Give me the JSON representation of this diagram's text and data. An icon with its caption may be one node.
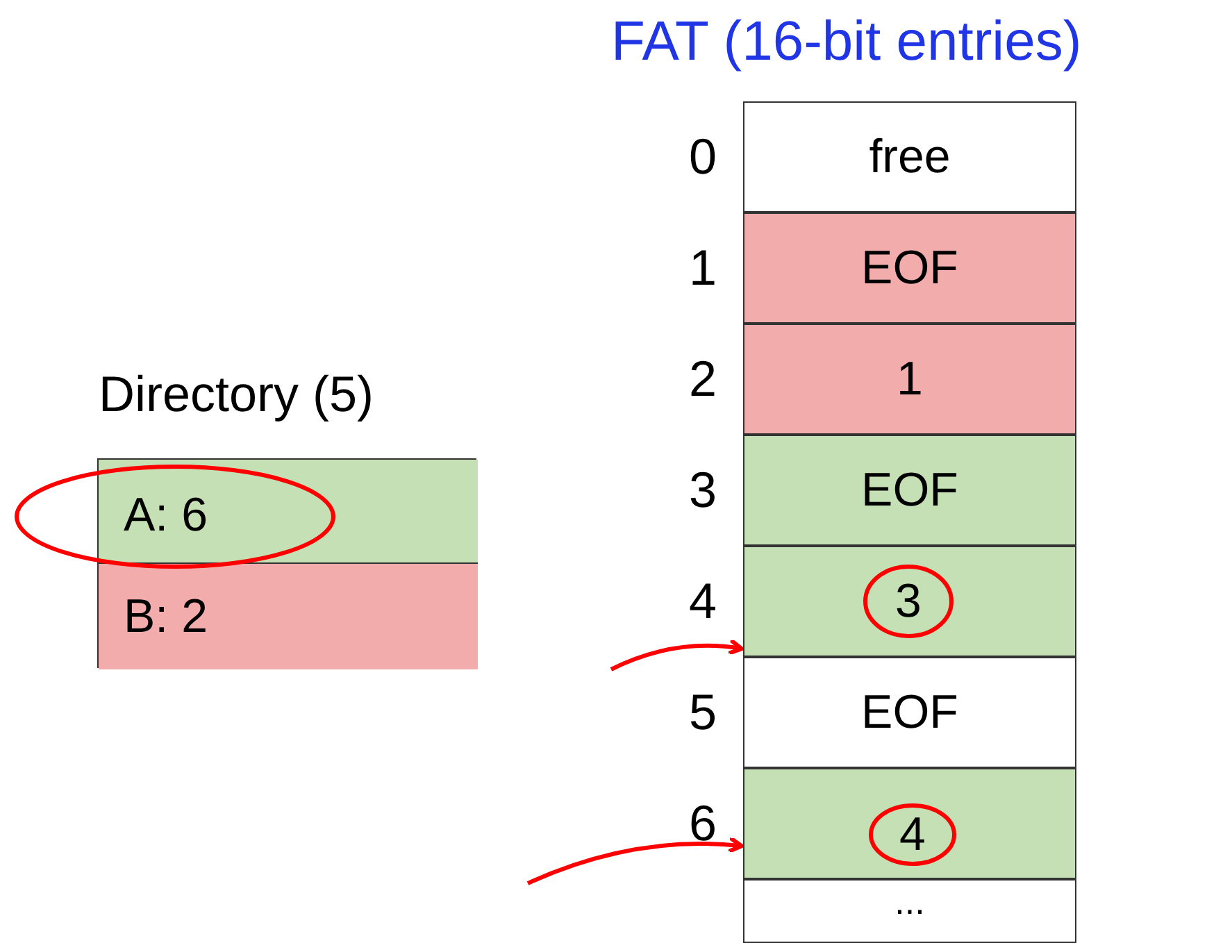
{
  "diagram": {
    "title": "FAT (16-bit entries)",
    "nodes": [
      {
        "text": [
          "Directory (5)"
        ]
      },
      {
        "text": [],
        "shape": "box",
        "in": 0
      },
      {
        "text": [
          "B: 2"
        ],
        "in": 0
      },
      {
        "text": [
          "free"
        ],
        "beside": [
          "0"
        ]
      },
      {
        "text": [
          "EOF"
        ],
        "beside": [
          "1"
        ]
      },
      {
        "text": [
          "1"
        ],
        "beside": [
          "2"
        ]
      },
      {
        "text": [
          "EOF"
        ],
        "beside": [
          "3"
        ]
      },
      {
        "text": [],
        "shape": "box",
        "beside": [
          "4"
        ]
      },
      {
        "text": [
          "EOF"
        ],
        "beside": [
          "5"
        ]
      },
      {
        "text": [],
        "shape": "box",
        "beside": [
          "6"
        ]
      },
      {
        "text": [
          "..."
        ]
      },
      {
        "text": [
          "A: 6"
        ]
      },
      {
        "text": [
          "3"
        ],
        "in": 7
      },
      {
        "text": [
          "4"
        ],
        "in": 9
      }
    ],
    "edges": [
      {
        "from": null,
        "to": 7,
        "arrow": "to"
      },
      {
        "from": null,
        "to": 9,
        "arrow": "to"
      }
    ]
  }
}
